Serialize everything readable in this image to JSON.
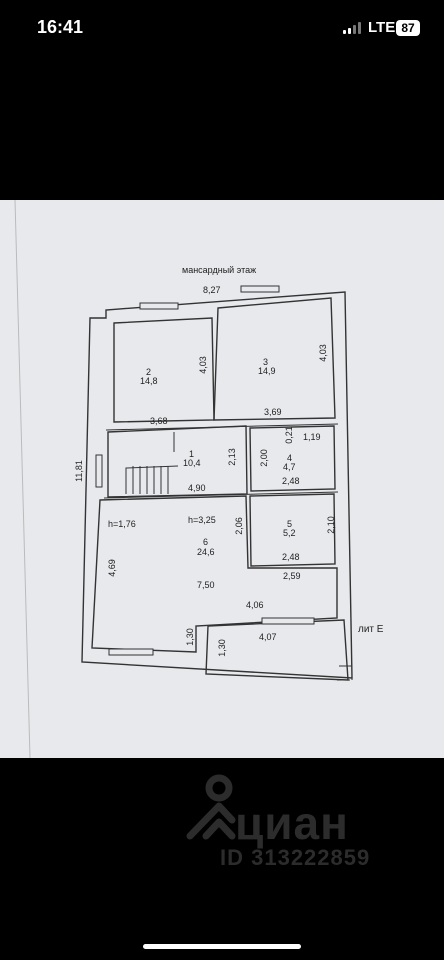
{
  "status_bar": {
    "time": "16:41",
    "network": "LTE",
    "battery": "87"
  },
  "plan": {
    "title": "мансардный этаж",
    "total_width": "8,27",
    "total_height": "11,81",
    "rooms": [
      {
        "number": "2",
        "area": "14,8"
      },
      {
        "number": "3",
        "area": "14,9"
      },
      {
        "number": "1",
        "area": "10,4"
      },
      {
        "number": "4",
        "area": "4,7"
      },
      {
        "number": "5",
        "area": "5,2"
      },
      {
        "number": "6",
        "area": "24,6"
      }
    ],
    "dims": {
      "r2_h": "4,03",
      "r2_w": "3,68",
      "r3_h": "4,03",
      "r3_w": "3,69",
      "r1_h": "2,13",
      "r1_w": "4,90",
      "r4_h": "2,00",
      "r4_top": "0,21",
      "r4_topw": "1,19",
      "r4_w": "2,48",
      "r5_h": "2,06",
      "r5_h2": "2,10",
      "r5_w": "2,48",
      "r6_h": "4,69",
      "r6_w": "7,50",
      "r6_h2": "2,59",
      "bottom_w1": "4,06",
      "bottom_w2": "4,07",
      "bottom_h1": "1,30",
      "bottom_h2": "1,30"
    },
    "height_marks": {
      "left": "h=1,76",
      "right": "h=3,25"
    },
    "annex_label": "лит Е"
  },
  "watermark": {
    "brand": "циан",
    "id": "ID 313222859"
  }
}
